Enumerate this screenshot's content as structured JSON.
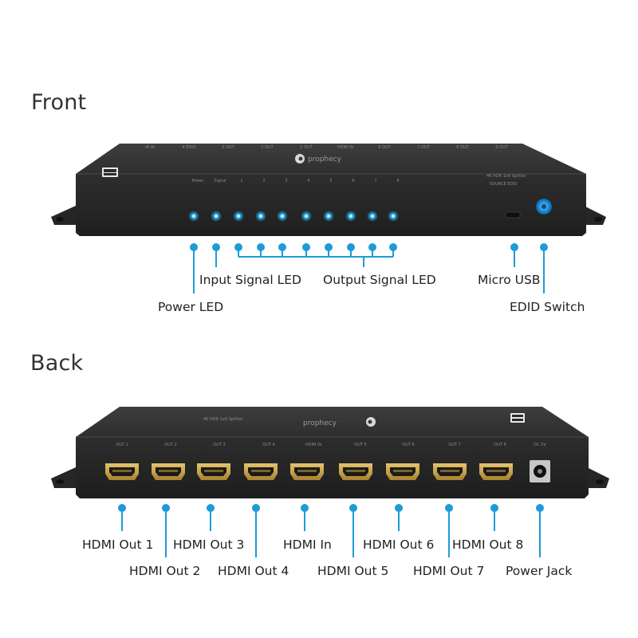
{
  "front": {
    "title": "Front",
    "brand": "prophecy",
    "model": "4K HDR 1x8 Splitter",
    "edid_label": "SOURCE EDID",
    "led_labels": [
      "Power",
      "Signal",
      "1",
      "2",
      "3",
      "4",
      "5",
      "6",
      "7",
      "8"
    ],
    "top_labels": [
      "IR IN",
      "4 EDID",
      "3 OUT",
      "2 OUT",
      "1 OUT",
      "HDMI IN",
      "8 OUT",
      "7 OUT",
      "6 OUT",
      "5 OUT"
    ],
    "callouts": {
      "power_led": "Power LED",
      "input_signal_led": "Input Signal LED",
      "output_signal_led": "Output Signal LED",
      "micro_usb": "Micro USB",
      "edid_switch": "EDID Switch"
    }
  },
  "back": {
    "title": "Back",
    "brand": "prophecy",
    "model": "4K HDR 1x8 Splitter",
    "port_labels": [
      "OUT 1",
      "OUT 2",
      "OUT 3",
      "OUT 4",
      "HDMI IN",
      "OUT 5",
      "OUT 6",
      "OUT 7",
      "OUT 8",
      "DC 5V"
    ],
    "callouts": {
      "out1": "HDMI Out 1",
      "out2": "HDMI Out 2",
      "out3": "HDMI Out 3",
      "out4": "HDMI Out 4",
      "hdmi_in": "HDMI In",
      "out5": "HDMI Out 5",
      "out6": "HDMI Out 6",
      "out7": "HDMI Out 7",
      "out8": "HDMI Out 8",
      "power_jack": "Power Jack"
    }
  },
  "colors": {
    "accent": "#1e9bd7",
    "device_body": "#2b2b2b",
    "device_top": "#3a3a3a",
    "port_gold": "#c9a24a"
  }
}
